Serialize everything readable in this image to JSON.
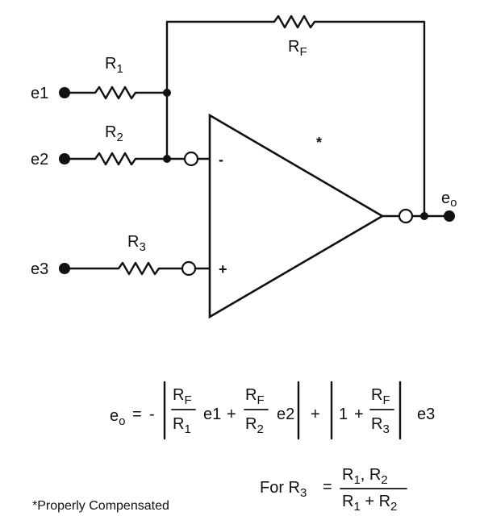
{
  "labels": {
    "e1": "e1",
    "e2": "e2",
    "e3": "e3",
    "eo_main": "e",
    "eo_sub": "o",
    "R": "R",
    "r1_sub": "1",
    "r2_sub": "2",
    "r3_sub": "3",
    "rf_sub": "F",
    "minus": "-",
    "plus": "+",
    "asterisk": "*"
  },
  "equation": {
    "lhs_main": "e",
    "lhs_sub": "o",
    "equals": "=",
    "neg": "-",
    "frac1_num": "R",
    "frac1_num_sub": "F",
    "frac1_den": "R",
    "frac1_den_sub": "1",
    "term1": "e1",
    "plus1": "+",
    "frac2_num": "R",
    "frac2_num_sub": "F",
    "frac2_den": "R",
    "frac2_den_sub": "2",
    "term2": "e2",
    "plus2": "+",
    "one": "1",
    "plus3": "+",
    "frac3_num": "R",
    "frac3_num_sub": "F",
    "frac3_den": "R",
    "frac3_den_sub": "3",
    "term3": "e3"
  },
  "condition": {
    "prefix": "For R",
    "prefix_sub": "3",
    "equals": "=",
    "num_a": "R",
    "num_a_sub": "1",
    "num_sep": ", ",
    "num_b": "R",
    "num_b_sub": "2",
    "den_a": "R",
    "den_a_sub": "1",
    "den_plus": " + ",
    "den_b": "R",
    "den_b_sub": "2"
  },
  "footnote": "*Properly Compensated"
}
